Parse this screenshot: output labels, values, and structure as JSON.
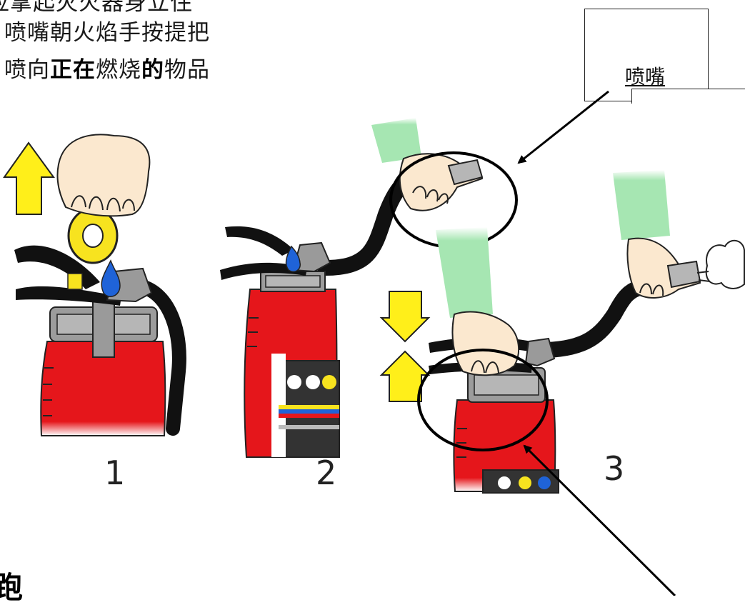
{
  "instructions": {
    "line1": "应拿起灭火器身立住",
    "line2": "喷嘴朝火焰手按提把",
    "line3_prefix": "喷向",
    "line3_em1": "正在",
    "line3_mid": "燃烧",
    "line3_em2": "的",
    "line3_suffix": "物品"
  },
  "callout": {
    "label": "喷嘴"
  },
  "steps": {
    "step1": "1",
    "step2": "2",
    "step3": "3"
  },
  "bottom_text": "跑",
  "colors": {
    "extinguisher_red": "#e5161b",
    "arrow_yellow": "#ffef1a",
    "sleeve_green": "#a6e6b2",
    "hose_black": "#111111",
    "skin": "#fbe8cf",
    "blue_seal": "#1f63d8",
    "ring_yellow": "#f7e31f"
  }
}
